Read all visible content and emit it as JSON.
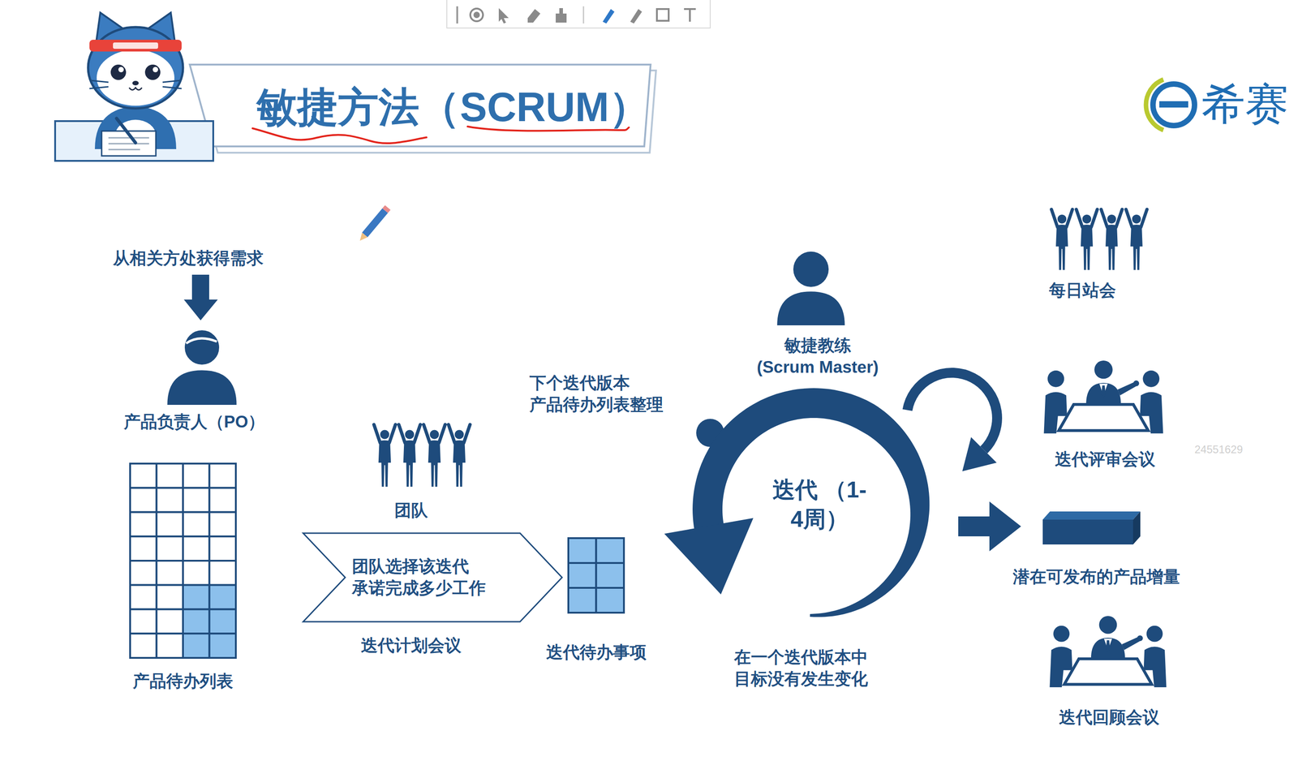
{
  "diagram": {
    "title": "敏捷方法（SCRUM）",
    "nodes": [
      {
        "text": [
          "产品待办列表"
        ]
      },
      {
        "text": [
          "团队选择该迭代 承诺完成多少工作",
          "迭代计划会议"
        ]
      },
      {
        "text": [
          "迭代待办事项"
        ]
      },
      {
        "text": [
          "迭代 （1-4周）"
        ]
      },
      {
        "text": [
          "潜在可发布的产品增量"
        ]
      }
    ],
    "edges": [
      {
        "from": 3,
        "to": 4,
        "arrow": "to"
      }
    ],
    "labels": [
      "从相关方处获得需求",
      "产品负责人（PO）",
      "团队",
      "下个迭代版本 产品待办列表整理",
      "敏捷教练 (Scrum Master)",
      "在一个迭代版本中 目标没有发生变化",
      "每日站会",
      "迭代评审会议",
      "迭代回顾会议",
      "希赛",
      "24551629"
    ]
  }
}
